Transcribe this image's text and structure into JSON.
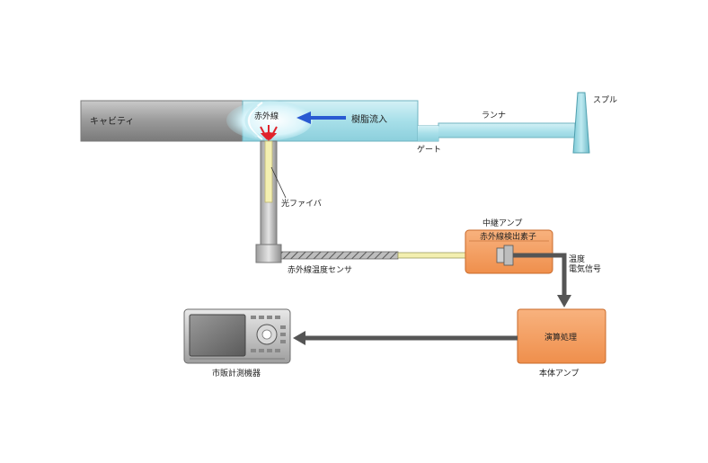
{
  "labels": {
    "cavity": "キャビティ",
    "ir_rays": "赤外線",
    "resin_flow": "樹脂流入",
    "runner": "ランナ",
    "sprue": "スプル",
    "gate": "ゲート",
    "optical_fiber": "光ファイバ",
    "sensor": "赤外線温度センサ",
    "relay_amp": "中継アンプ",
    "ir_detector": "赤外線検出素子",
    "signal_line1": "温度",
    "signal_line2": "電気信号",
    "processing": "演算処理",
    "main_amp": "本体アンプ",
    "instrument": "市販計測機器"
  },
  "colors": {
    "mold_gray": "#9b9b9b",
    "resin_cyan": "#a8e0ea",
    "amp_orange": "#f4a064",
    "arrow_blue": "#2a5ad2",
    "arrow_gray": "#555555",
    "fiber_yellow": "#f3efb0"
  }
}
